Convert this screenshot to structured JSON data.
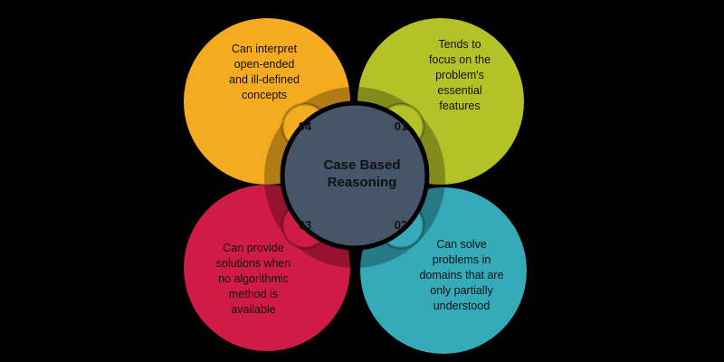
{
  "center": {
    "title": "Case Based\nReasoning",
    "color": "#475569"
  },
  "petals": [
    {
      "number": "04",
      "text": "Can interpret\nopen-ended\nand ill-defined\nconcepts",
      "color": "#f5ab1f"
    },
    {
      "number": "01",
      "text": "Tends to\nfocus on the\nproblem's\nessential\nfeatures",
      "color": "#b5c227"
    },
    {
      "number": "03",
      "text": "Can provide\nsolutions when\nno algorithmic\nmethod is\navailable",
      "color": "#cf1b45"
    },
    {
      "number": "02",
      "text": "Can solve\nproblems in\ndomains that are\nonly partially\nunderstood",
      "color": "#35aab9"
    }
  ]
}
